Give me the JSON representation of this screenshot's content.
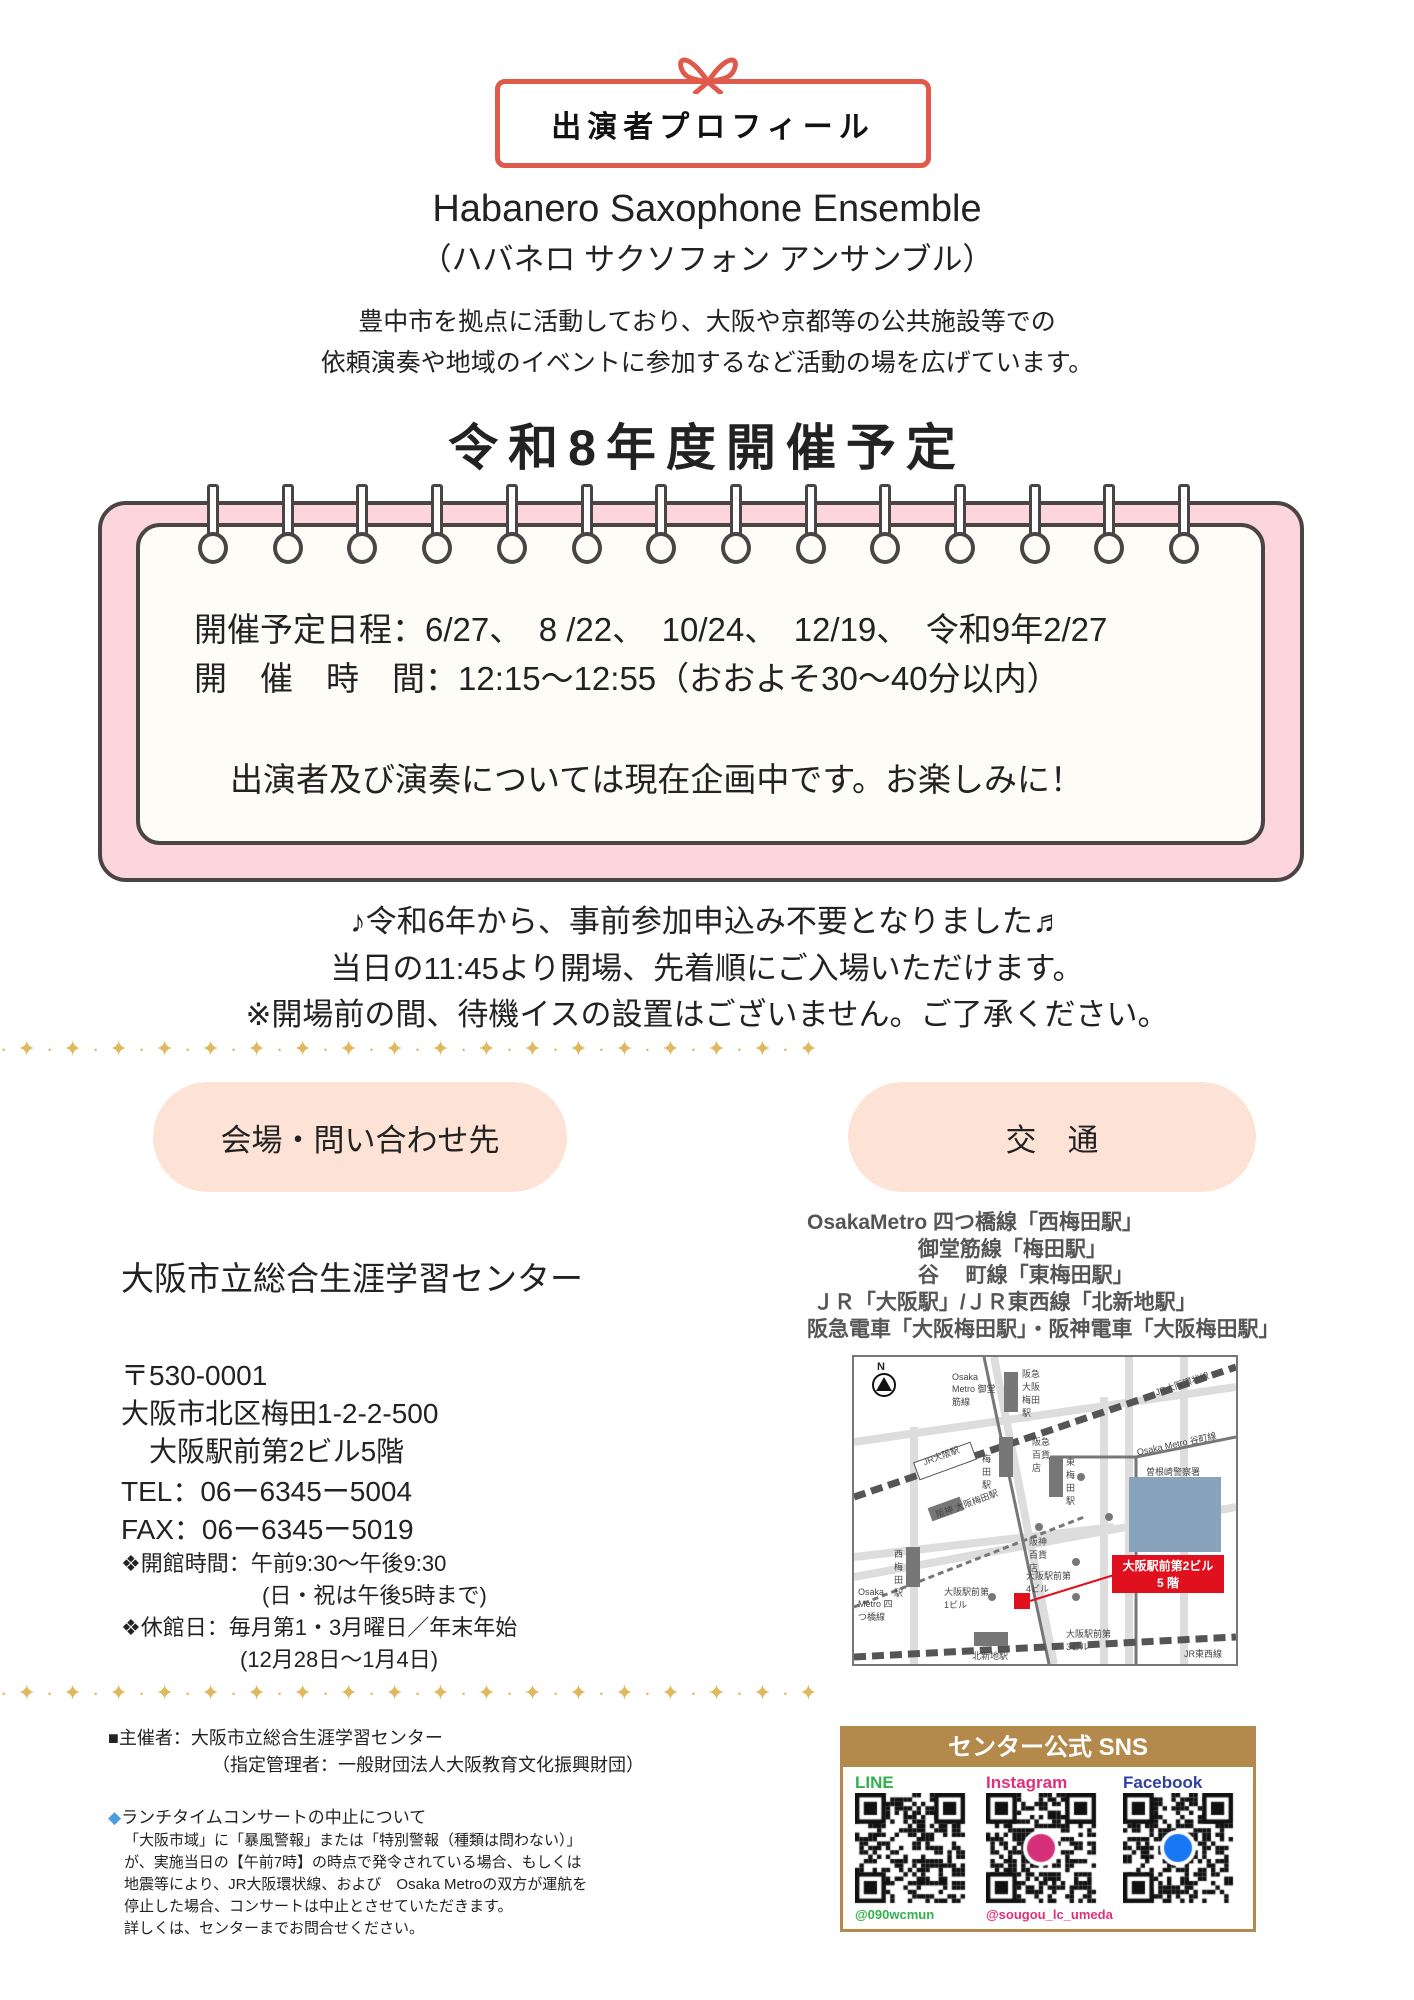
{
  "profile": {
    "badge": "出演者プロフィール",
    "name_en": "Habanero Saxophone Ensemble",
    "name_kana": "（ハバネロ サクソフォン アンサンブル）",
    "description": [
      "豊中市を拠点に活動しており、大阪や京都等の公共施設等での",
      "依頼演奏や地域のイベントに参加するなど活動の場を広げています。"
    ]
  },
  "schedule": {
    "heading": "令和8年度開催予定",
    "dates_line": "開催予定日程：6/27、　8 /22、　10/24、　12/19、　令和9年2/27",
    "time_line": "開　催　時　間：12:15～12:55（おおよそ30～40分以内）",
    "planning_note": "出演者及び演奏については現在企画中です。お楽しみに！"
  },
  "notices": [
    "♪令和6年から、事前参加申込み不要となりました♬",
    "当日の11:45より開場、先着順にご入場いただけます。",
    "※開場前の間、待機イスの設置はございません。ご了承ください。"
  ],
  "venue": {
    "heading": "会場・問い合わせ先",
    "name": "大阪市立総合生涯学習センター",
    "postal": "〒530-0001",
    "address1": "大阪市北区梅田1-2-2-500",
    "address2": "　大阪駅前第2ビル5階",
    "tel": "TEL：06ー6345ー5004",
    "fax": "FAX：06ー6345ー5019",
    "hours": "❖開館時間：午前9:30～午後9:30",
    "hours_note": "(日・祝は午後5時まで)",
    "closed": "❖休館日：毎月第1・3月曜日／年末年始",
    "closed_note": "(12月28日～1月4日)"
  },
  "access": {
    "heading": "交　通",
    "lines": [
      "OsakaMetro 四つ橋線「西梅田駅」",
      "　　　　　 御堂筋線「梅田駅」",
      "　　　　　 谷　 町線「東梅田駅」",
      " ＪＲ「大阪駅」/ＪＲ東西線「北新地駅」",
      "阪急電車「大阪梅田駅」・阪神電車「大阪梅田駅」"
    ],
    "map": {
      "north": "N",
      "labels": {
        "midosuji": "Osaka Metro 御堂筋線",
        "hankyu_station": "阪急 大阪梅田駅",
        "jr_loop": "JR大阪環状線",
        "jr_osaka": "JR大阪駅",
        "tanimachi": "Osaka Metro 谷町線",
        "umeda": "梅田駅",
        "hankyu_dept": "阪急百貨店",
        "higashi_umeda": "東梅田駅",
        "police": "曽根崎警察署",
        "hanshin_station": "阪神 大阪梅田駅",
        "hanshin_dept": "阪神百貨店",
        "bldg4": "大阪駅前第4ビル",
        "bldg1": "大阪駅前第1ビル",
        "nishi_umeda": "西梅田駅",
        "yotsubashi": "Osaka Metro 四つ橋線",
        "kitashinchi": "北新地駅",
        "bldg3": "大阪駅前第3ビル",
        "jr_tozai": "JR東西線",
        "target": "大阪駅前第2ビル",
        "target_floor": "5 階"
      }
    }
  },
  "footer": {
    "organizer": "■主催者：大阪市立総合生涯学習センター",
    "manager": "（指定管理者：一般財団法人大阪教育文化振興財団）",
    "cancel_title": "ランチタイムコンサートの中止について",
    "cancel_text": [
      "「大阪市域」に「暴風警報」または「特別警報（種類は問わない）」",
      "が、実施当日の【午前7時】の時点で発令されている場合、もしくは",
      "地震等により、JR大阪環状線、および　Osaka Metroの双方が運航を",
      "停止した場合、コンサートは中止とさせていただきます。",
      "詳しくは、センターまでお問合せください。"
    ]
  },
  "sns": {
    "heading": "センター公式 SNS",
    "items": [
      {
        "label": "LINE",
        "handle": "@090wcmun",
        "color": "#2fb24a"
      },
      {
        "label": "Instagram",
        "handle": "@sougou_lc_umeda",
        "color": "#e0307a"
      },
      {
        "label": "Facebook",
        "handle": "",
        "color": "#2f3f9e"
      }
    ]
  },
  "colors": {
    "ribbon": "#e05a4c",
    "pink": "#fdd5dc",
    "cloud": "#fde3d6",
    "gold": "#e0b860",
    "sns_brown": "#b4894c",
    "map_red": "#e0101e"
  }
}
